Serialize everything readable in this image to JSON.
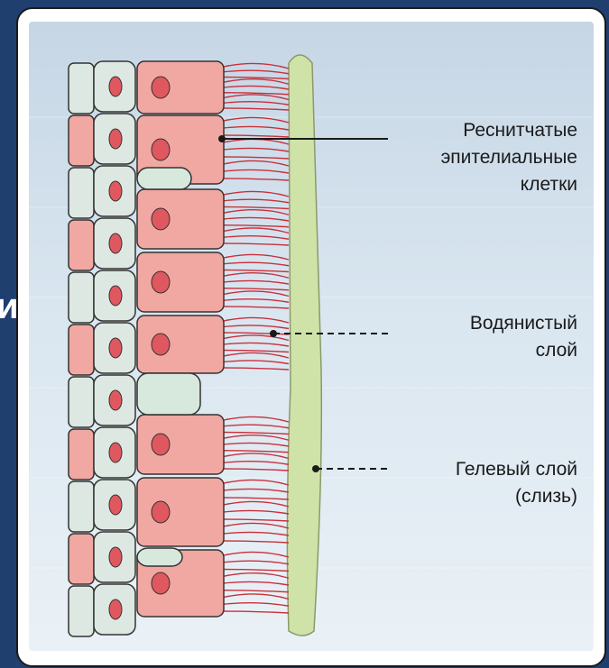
{
  "slide": {
    "fragment_text": "и:"
  },
  "labels": {
    "ciliated_line1": "Реснитчатые",
    "ciliated_line2": "эпителиальные",
    "ciliated_line3": "клетки",
    "aqueous_line1": "Водянистый",
    "aqueous_line2": "слой",
    "gel_line1": "Гелевый слой",
    "gel_line2": "(слизь)"
  },
  "colors": {
    "cell_fill": "#f1a8a2",
    "cell_stroke": "#333333",
    "nucleus": "#e0585f",
    "cilia": "#c8303c",
    "mucus": "#cfe3a8",
    "basal_cell": "#dde8e2",
    "background": "#d9e6f0"
  }
}
